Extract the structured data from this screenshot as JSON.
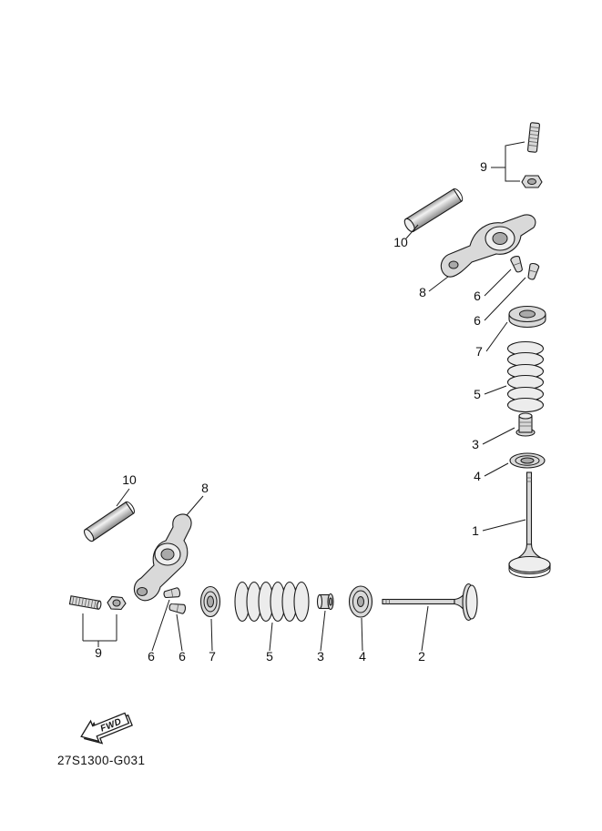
{
  "colors": {
    "line": "#1a1a1a",
    "metal": "#d9d9d9",
    "background": "#ffffff"
  },
  "diagram": {
    "code": "27S1300-G031",
    "fwd_label": "FWD",
    "callouts": {
      "top_9": "9",
      "top_10": "10",
      "top_8": "8",
      "top_6a": "6",
      "top_6b": "6",
      "top_7": "7",
      "top_5": "5",
      "top_3": "3",
      "top_4": "4",
      "top_1": "1",
      "bottom_10": "10",
      "bottom_8": "8",
      "bottom_9": "9",
      "bottom_6a": "6",
      "bottom_6b": "6",
      "bottom_7": "7",
      "bottom_5": "5",
      "bottom_3": "3",
      "bottom_4": "4",
      "bottom_2": "2"
    }
  }
}
